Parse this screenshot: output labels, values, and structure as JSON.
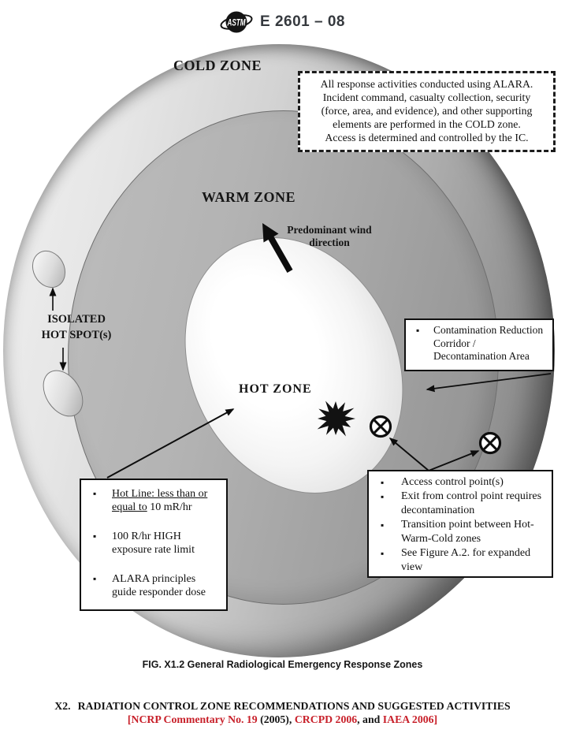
{
  "header": {
    "logo_icon": "astm-logo",
    "doc_number": "E 2601 – 08"
  },
  "bullet": "▪",
  "diagram": {
    "zones": {
      "cold_label": "COLD ZONE",
      "warm_label": "WARM ZONE",
      "hot_label": "HOT ZONE"
    },
    "wind_label": "Predominant wind\ndirection",
    "isolated_hot_spots_label": "ISOLATED\nHOT SPOT(s)",
    "alara_note": "All response activities conducted using ALARA.\nIncident command, casualty collection, security\n(force, area, and evidence), and other supporting\nelements are performed in the COLD zone.\nAccess is determined and controlled by the IC.",
    "contamination_box": {
      "text": "Contamination Reduction\nCorridor /\nDecontamination Area"
    },
    "hot_line_box": {
      "items": [
        {
          "underlined": "Hot Line: less than or\nequal to",
          "rest": " 10 mR/hr"
        },
        {
          "text": "100 R/hr HIGH\nexposure rate limit"
        },
        {
          "text": "ALARA principles\nguide responder dose"
        }
      ]
    },
    "access_box": {
      "items": [
        {
          "text": "Access control point(s)"
        },
        {
          "text": "Exit from control point requires\ndecontamination"
        },
        {
          "text": "Transition point between Hot-\nWarm-Cold zones"
        },
        {
          "text": "See Figure A.2. for expanded\nview"
        }
      ]
    },
    "symbols": {
      "access_control_point_icon": "circled-x-icon",
      "incident_site_icon": "starburst-icon",
      "wind_icon": "thick-arrow-up"
    }
  },
  "caption": "FIG. X1.2 General Radiological Emergency Response Zones",
  "section_heading": {
    "prefix": "X2.",
    "title": "RADIATION CONTROL ZONE RECOMMENDATIONS AND SUGGESTED ACTIVITIES",
    "reference_segments": [
      {
        "text": "[NCRP Commentary No. 19",
        "red": true
      },
      {
        "text": " (2005), ",
        "red": false
      },
      {
        "text": "CRCPD 2006",
        "red": true
      },
      {
        "text": ", and ",
        "red": false
      },
      {
        "text": "IAEA 2006]",
        "red": true
      }
    ]
  },
  "colors": {
    "reference_red": "#C8202A",
    "header_text": "#35393e",
    "cold_zone_gray": "#d2d2d2",
    "warm_zone_gray": "#a3a3a3",
    "hot_zone_white": "#ffffff"
  }
}
